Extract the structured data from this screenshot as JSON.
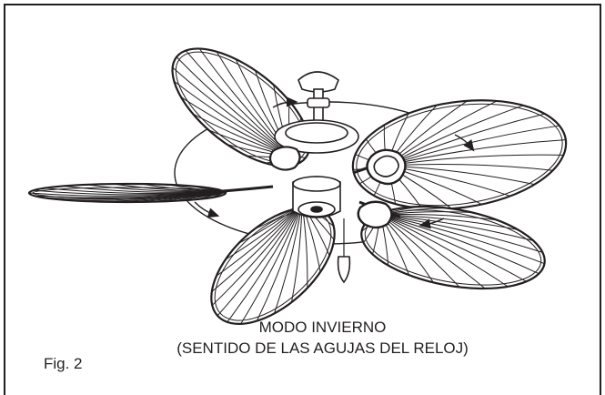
{
  "figure": {
    "label": "Fig. 2",
    "title": "MODO INVIERNO",
    "subtitle": "(SENTIDO DE LAS AGUJAS DEL RELOJ)",
    "line_color": "#231f20",
    "background": "#ffffff",
    "subject_icon": "ceiling-fan-icon",
    "direction_icon": "clockwise-rotation-arrow-icon"
  }
}
